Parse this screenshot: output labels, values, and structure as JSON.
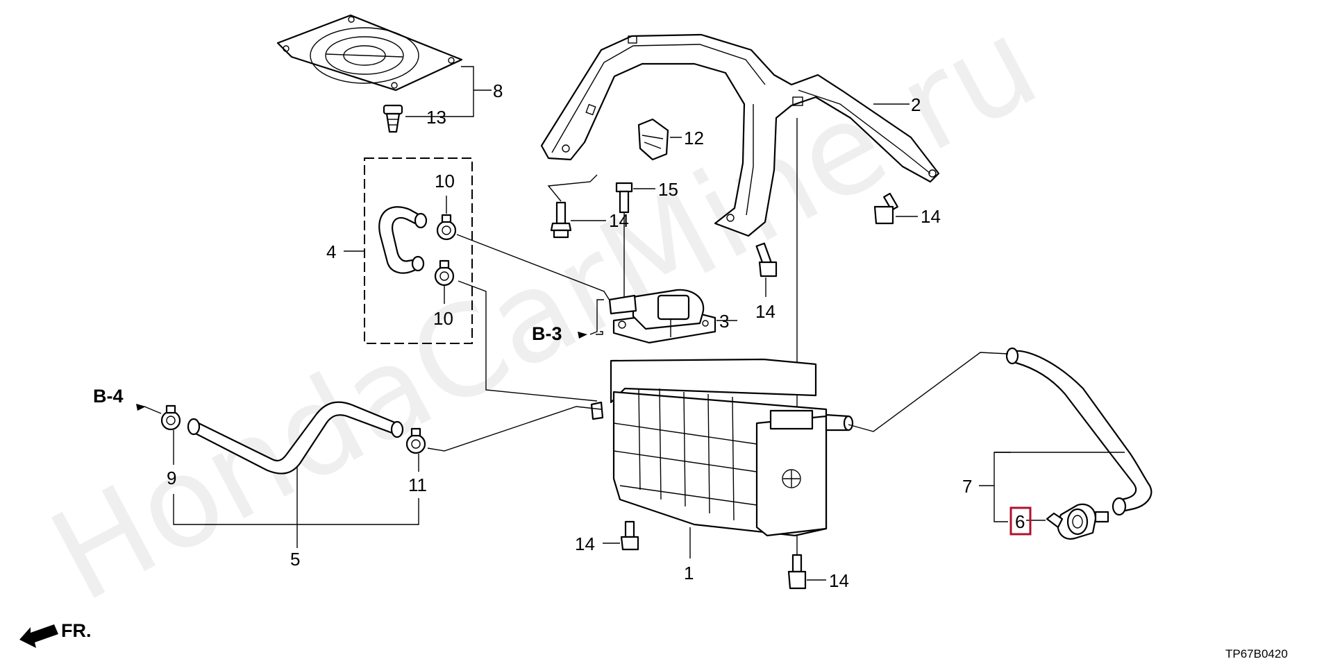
{
  "diagram": {
    "watermark": "HondaCarMine.ru",
    "callouts": {
      "c1": "1",
      "c2": "2",
      "c3": "3",
      "c4": "4",
      "c5": "5",
      "c6": "6",
      "c7": "7",
      "c8": "8",
      "c9": "9",
      "c10a": "10",
      "c10b": "10",
      "c11": "11",
      "c12": "12",
      "c13": "13",
      "c14a": "14",
      "c14b": "14",
      "c14c": "14",
      "c14d": "14",
      "c14e": "14",
      "c15": "15"
    },
    "refs": {
      "b3": "B-3",
      "b4": "B-4"
    },
    "direction": "FR.",
    "drawing_code": "TP67B0420",
    "highlight_color": "#b0112e"
  }
}
